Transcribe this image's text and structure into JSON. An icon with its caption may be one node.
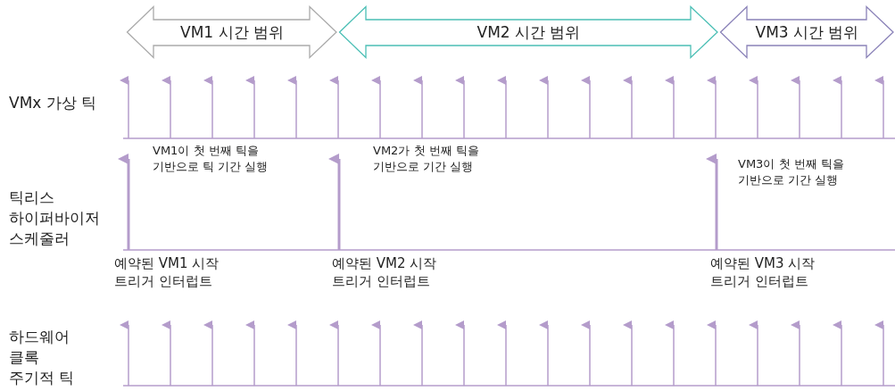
{
  "diagram": {
    "nodes": [
      {
        "text": [
          "VM1 시간 범위"
        ]
      },
      {
        "text": [
          "VM2 시간 범위"
        ]
      },
      {
        "text": [
          "VM3 시간 범위"
        ]
      }
    ],
    "labels": [
      "VMx 가상 틱",
      "VM1이 첫 번째 틱을 기반으로 틱 기간 실행",
      "VM2가 첫 번째 틱을 기반으로 기간 실행",
      "VM3이 첫 번째 틱을 기반으로 기간 실행",
      "틱리스 하이퍼바이저 스케줄러",
      "예약된 VM1 시작 트리거 인터럽트",
      "예약된 VM2 시작 트리거 인터럽트",
      "예약된 VM3 시작 트리거 인터럽트",
      "하드웨어 클록 주기적 틱"
    ]
  }
}
